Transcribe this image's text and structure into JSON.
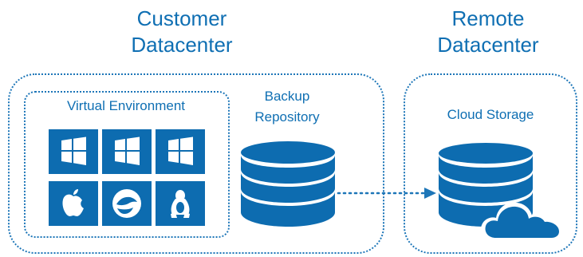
{
  "customer": {
    "title_line1": "Customer",
    "title_line2": "Datacenter"
  },
  "remote": {
    "title_line1": "Remote",
    "title_line2": "Datacenter"
  },
  "virtual_env": {
    "label": "Virtual Environment"
  },
  "backup": {
    "label_line1": "Backup",
    "label_line2": "Repository"
  },
  "cloud": {
    "label": "Cloud Storage"
  },
  "vm_tiles": [
    "windows-icon",
    "windows-icon",
    "windows-icon",
    "apple-icon",
    "redhat-icon",
    "linux-icon"
  ],
  "colors": {
    "brand_blue": "#0f6fb3",
    "dotted_border": "#1d76b8",
    "tile_blue": "#0d6cb0"
  }
}
